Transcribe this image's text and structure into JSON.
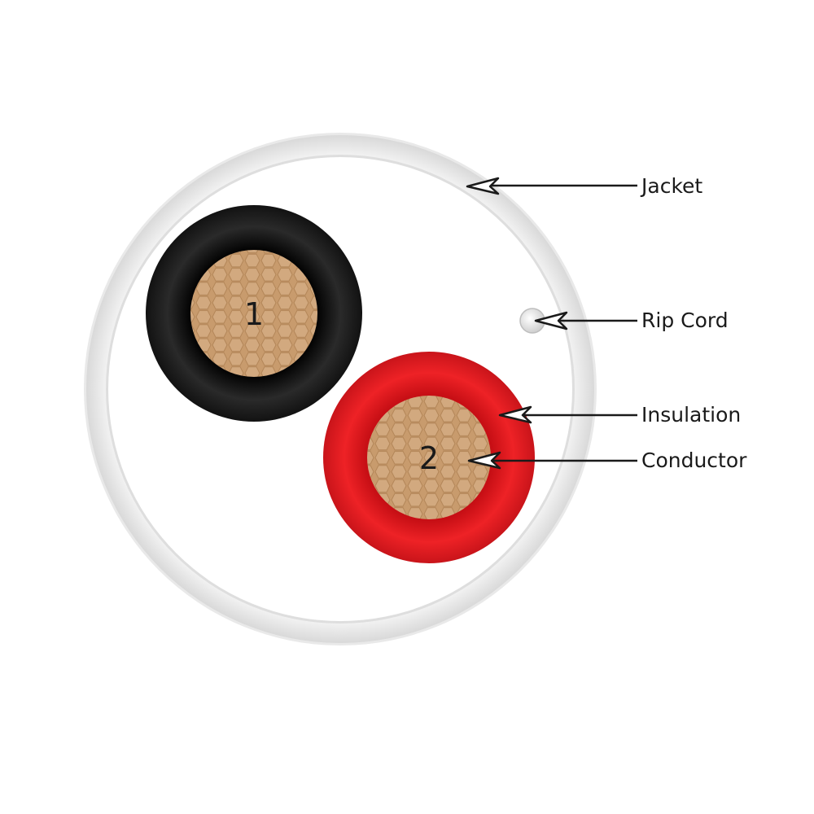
{
  "conductors": [
    {
      "number": "1",
      "insulation_color": "black"
    },
    {
      "number": "2",
      "insulation_color": "red"
    }
  ],
  "callouts": {
    "jacket": "Jacket",
    "rip_cord": "Rip Cord",
    "insulation": "Insulation",
    "conductor": "Conductor"
  },
  "colors": {
    "jacket": "#f2f2f2",
    "insulation_black": "#1a1a1a",
    "insulation_red": "#e3151b",
    "copper": "#c49a6c"
  }
}
